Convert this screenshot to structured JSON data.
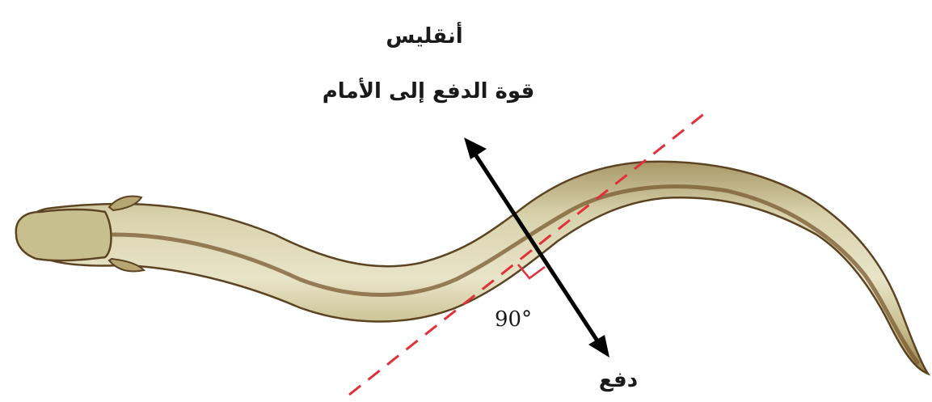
{
  "title": "أنقليس",
  "forward_force_label": "قوة الدفع إلى الأمام",
  "thrust_label": "دفع",
  "angle_label": "90°",
  "colors": {
    "body_fill": "#cfc79c",
    "body_outline": "#5c4322",
    "stripe": "#7a5a30",
    "tangent_line": "#e0303a",
    "arrow": "#000000",
    "right_angle_marker": "#e0303a"
  },
  "icons": {
    "animal": "eel-illustration",
    "force_arrow": "double-headed-arrow"
  }
}
